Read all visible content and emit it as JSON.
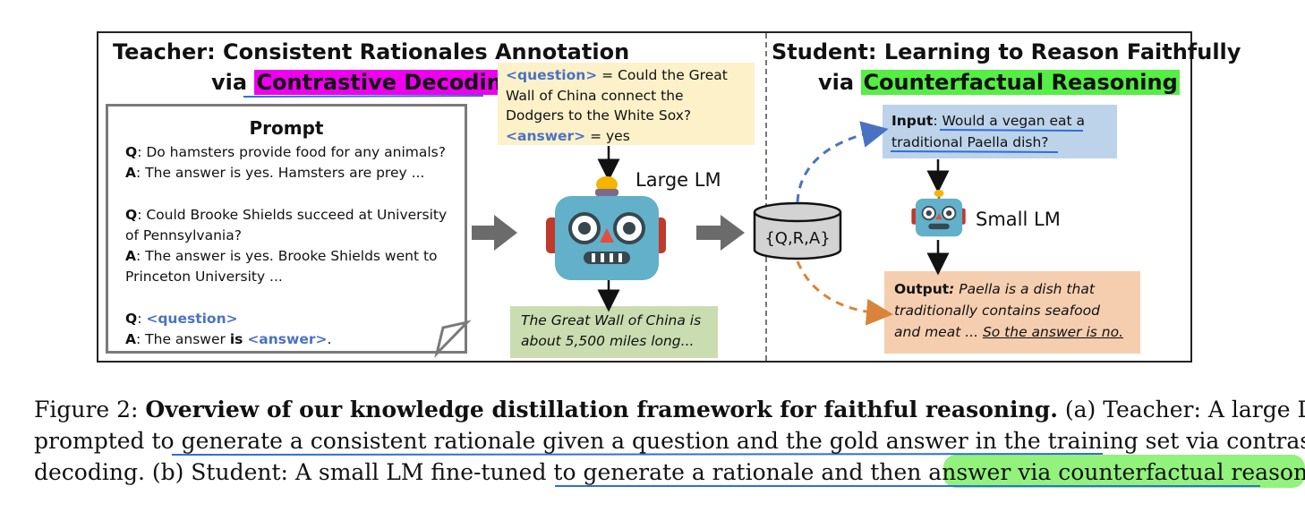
{
  "teacher": {
    "title_line1": "Teacher: Consistent Rationales Annotation",
    "title_via": "via",
    "title_highlight": "Contrastive Decoding"
  },
  "student": {
    "title_line1": "Student: Learning to Reason Faithfully",
    "title_via": "via",
    "title_highlight": "Counterfactual Reasoning"
  },
  "prompt": {
    "title": "Prompt",
    "ex1_q_label": "Q",
    "ex1_q": ": Do hamsters provide food for any animals?",
    "ex1_a_label": "A",
    "ex1_a": ": The answer is yes. Hamsters are prey ...",
    "ex2_q_label": "Q",
    "ex2_q1": ": Could Brooke Shields succeed at University",
    "ex2_q2": "of Pennsylvania?",
    "ex2_a_label": "A",
    "ex2_a1": ": The answer is yes. Brooke Shields went to",
    "ex2_a2": "Princeton University ...",
    "ex3_q_label": "Q",
    "ex3_q_sep": ": ",
    "ex3_q_tag": "<question>",
    "ex3_a_label": "A",
    "ex3_a_pre": ": The answer ",
    "ex3_a_is": "is",
    "ex3_a_tag": "<answer>",
    "ex3_a_end": "."
  },
  "question_box": {
    "q_tag": "<question>",
    "q_text1": " = Could the Great",
    "q_text2": "Wall of China connect the",
    "q_text3": "Dodgers to the White Sox?",
    "a_tag": "<answer>",
    "a_text": " = yes"
  },
  "large_lm_label": "Large LM",
  "rationale_box": {
    "line1": "The Great Wall of China is",
    "line2": "about 5,500 miles long..."
  },
  "database_label": "{Q,R,A}",
  "input_box": {
    "label": "Input",
    "sep": ": ",
    "line1": "Would a vegan eat a",
    "line2": "traditional Paella dish?"
  },
  "small_lm_label": "Small LM",
  "output_box": {
    "label": "Output",
    "colon": ":",
    "line1": " Paella is a dish that",
    "line2": "traditionally contains seafood",
    "line3_pre": "and meat ... ",
    "line3_ans": "So the answer is no."
  },
  "caption": {
    "fig": "Figure 2: ",
    "bold": "Overview of our knowledge distillation framework for faithful reasoning.",
    "rest1": " (a) Teacher: A large LM",
    "line2_pre": "prompted to ",
    "line2_ul": "generate a consistent rationale given a question and the gold answer in the training set",
    "line2_post": " via contrastive",
    "line3_pre": "decoding. (b) Student: A small LM fine-tuned to ",
    "line3_ul": "generate a rationale and then answer",
    "line3_hl": " via counterfactual reasoning."
  },
  "colors": {
    "magenta": "#ee00ee",
    "green": "#55ee44",
    "question_bg": "#fcf1c9",
    "rationale_bg": "#c9ddb0",
    "input_bg": "#bcd3ea",
    "output_bg": "#f5ceb0",
    "tag_blue": "#4a72c4",
    "annotation_blue": "#2f6fd6"
  }
}
